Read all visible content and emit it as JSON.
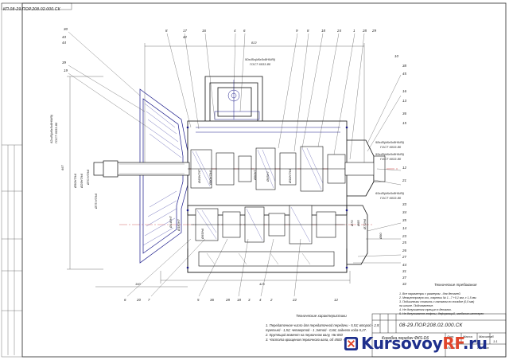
{
  "document": {
    "stamp_code": "КП.08-29.ПОР.208.02.000.СК",
    "drawing_code": "08-29.ПОР.208.02.000.СК",
    "title": "Коробка передач ФКS-D6",
    "notes_title": "Технические характеристики",
    "notes": [
      "1. Передаточное число для передаточной передачи - 5,53; второй - 2,9;",
      "   третьей - 1,52; четвертой - 1 ;пятой - 0,66; заднего хода-5,27.",
      "2. Крутящий момент на первичном валу, Нм                         650",
      "3. Частота вращения первичного вала, об                          4500 -4800"
    ],
    "requirements_title": "Технические требования",
    "requirements": [
      "1. Все параметры с размером - для деталей.",
      "2. Межцентровую ось, тарелки № 1...7 +0,1 мм, с 1,5 мм.",
      "3. Подшипники ставить с натягом по посадке (0,5 мм)",
      "   на шпиле. Подплавление.",
      "4. Не допускается трещин в деталях.",
      "5. Не допускаются люфты, деформаций, заедания шестерен"
    ],
    "watermark": {
      "left": "Kursovoy",
      "right": "RF",
      "suffix": ".ru"
    }
  },
  "dimensions": {
    "top_length": "822",
    "height": "667",
    "bottom_length": "423",
    "left_bottom": "160",
    "left_fit_1": "Ø50H7/k6",
    "left_fit_2": "Ø25H7/k6",
    "left_fit_3": "Ø70 H7/k6",
    "left_fit_4": "Ø75 H7/k6",
    "spline_top": "50x45x(d6x5x8H9/f9)",
    "spline_top_std": "ГОСТ 6033-80",
    "spline_left": "62x45(d6x5x8H9/f9)",
    "spline_left_std": "ГОСТ 6033-80",
    "spline_right_1": "58x45(d6x5x8H9/f9)",
    "spline_right_1_std": "ГОСТ 6033-80",
    "spline_right_2": "55x45(d6x5x8H9/f9)",
    "spline_right_2_std": "ГОСТ 6033-80",
    "spline_right_3": "65x45(d6x5x8H9/f9)",
    "spline_right_3_std": "ГОСТ 6033-80",
    "left_dims": [
      "Ø65H7/f7",
      "Ø80H7/k6",
      "Ø65/h6"
    ],
    "mid_dims": [
      "Ø80H7",
      "Ø65H7",
      "Ø90H7/k6"
    ],
    "right_dims": [
      "Ø70",
      "Ø85",
      "Ø72/h6",
      "Ø80"
    ],
    "bottom_dims": [
      "Ø140H7",
      "Ø180H7"
    ]
  },
  "callouts": {
    "top": [
      "8",
      "17",
      "42",
      "16",
      "4",
      "6",
      "9",
      "8",
      "18",
      "24",
      "1",
      "28",
      "29"
    ],
    "left": [
      "30",
      "43",
      "44",
      "39",
      "19"
    ],
    "right": [
      "38",
      "45",
      "16",
      "13",
      "36",
      "15",
      "12",
      "21",
      "33",
      "34",
      "35",
      "14",
      "23",
      "25",
      "26",
      "27",
      "44",
      "31",
      "37",
      "32",
      "10"
    ],
    "bottom": [
      "6",
      "20",
      "7",
      "5",
      "36",
      "28",
      "18",
      "3",
      "4",
      "2",
      "22",
      "12"
    ]
  },
  "title_block": {
    "small_fields": [
      "Лит.",
      "Масса",
      "Масштаб",
      "Лист",
      "Листов"
    ],
    "scale": "1:1"
  }
}
